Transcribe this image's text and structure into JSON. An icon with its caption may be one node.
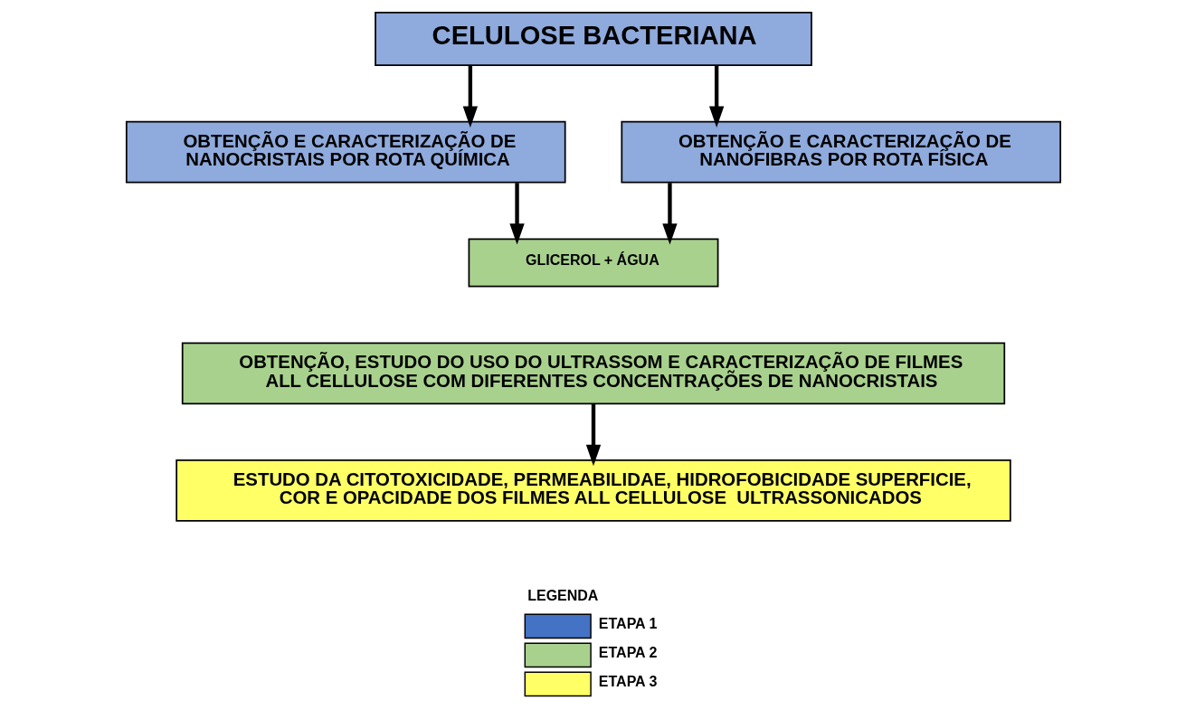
{
  "diagram": {
    "nodes": [
      {
        "text": [
          "CELULOSE BACTERIANA"
        ]
      },
      {
        "text": [
          "OBTENÇÃO E CARACTERIZAÇÃO DE NANOCRISTAIS POR ROTA QUÍMICA"
        ]
      },
      {
        "text": [
          "OBTENÇÃO E CARACTERIZAÇÃO DE NANOFIBRAS POR ROTA FÍSICA"
        ]
      },
      {
        "text": [
          "GLICEROL + ÁGUA"
        ]
      },
      {
        "text": [
          "OBTENÇÃO, ESTUDO DO USO DO ULTRASSOM E CARACTERIZAÇÃO DE FILMES ALL CELLULOSE COM DIFERENTES CONCENTRAÇÕES DE NANOCRISTAIS"
        ]
      },
      {
        "text": [
          "ESTUDO DA CITOTOXICIDADE, PERMEABILIDAE, HIDROFOBICIDADE SUPERFICIE, COR E OPACIDADE DOS FILMES ALL CELLULOSE  ULTRASSONICADOS"
        ]
      }
    ],
    "edges": [
      {
        "from": 0,
        "to": 1,
        "arrow": "to"
      },
      {
        "from": 0,
        "to": 2,
        "arrow": "to"
      },
      {
        "from": 1,
        "to": 3,
        "arrow": "to"
      },
      {
        "from": 2,
        "to": 3,
        "arrow": "to"
      },
      {
        "from": 4,
        "to": 5,
        "arrow": "to"
      }
    ],
    "labels": [
      "LEGENDA"
    ],
    "legend": [
      {
        "text": "ETAPA 1",
        "color": "#4472c4"
      },
      {
        "text": "ETAPA 2",
        "color": "#a9d18e"
      },
      {
        "text": "ETAPA 3",
        "color": "#ffff66"
      }
    ]
  }
}
